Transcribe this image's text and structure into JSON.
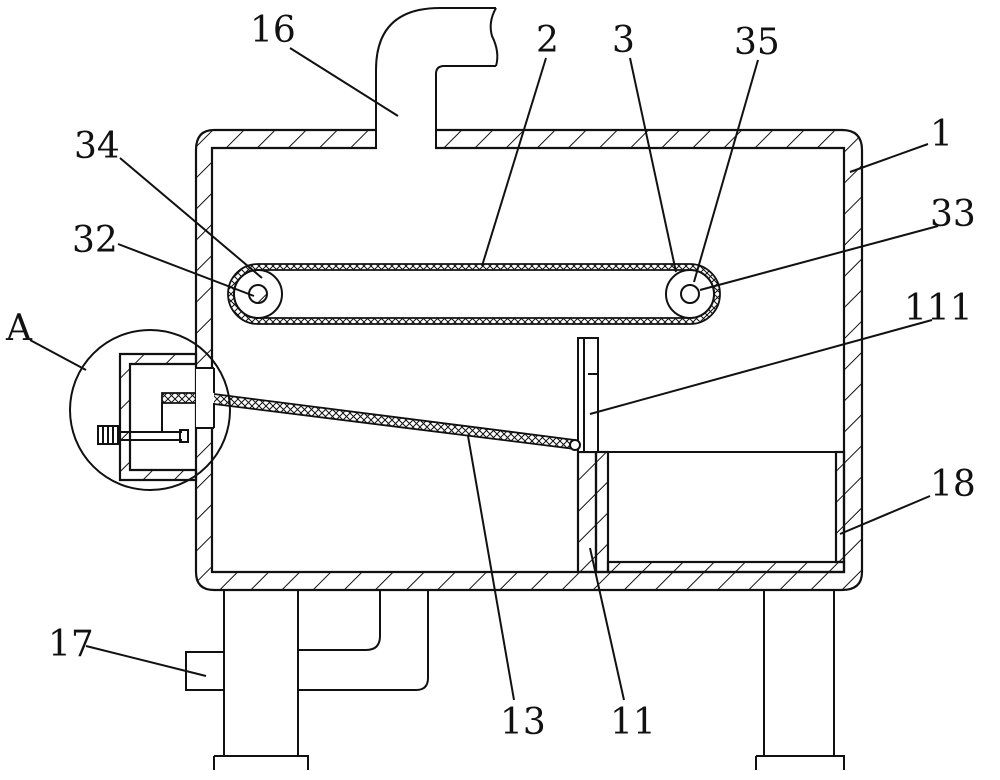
{
  "diagram": {
    "labels": {
      "l16": "16",
      "l2": "2",
      "l3": "3",
      "l35": "35",
      "l1": "1",
      "l34": "34",
      "l32": "32",
      "l33": "33",
      "l111": "111",
      "lA": "A",
      "l18": "18",
      "l17": "17",
      "l13": "13",
      "l11": "11"
    },
    "colors": {
      "line": "#111111",
      "background": "#ffffff"
    }
  }
}
